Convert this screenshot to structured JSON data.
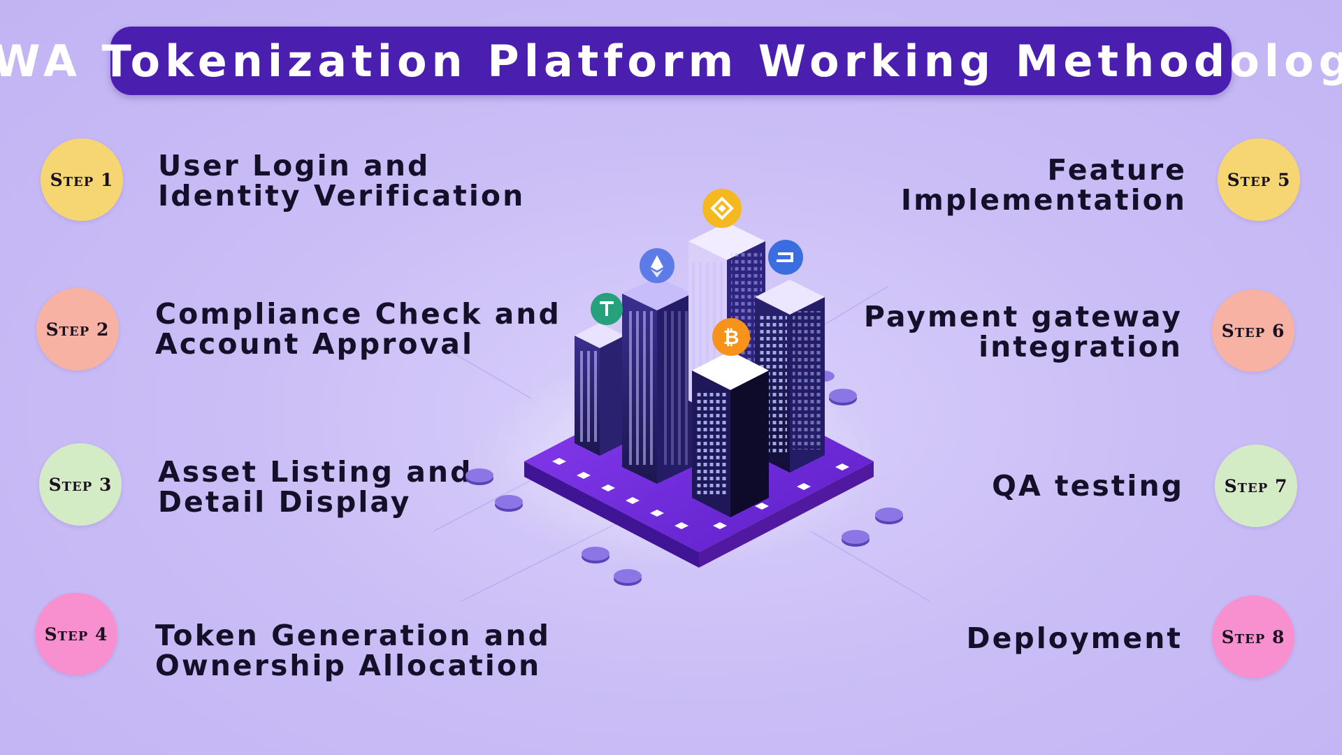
{
  "title": "RWA Tokenization Platform Working Methodology",
  "colors": {
    "title_bg": "#4a1fb0",
    "background": "#cbbef6",
    "step_yellow": "#f6d672",
    "step_salmon": "#f7b2a4",
    "step_green": "#d4ecc6",
    "step_pink": "#f890cf"
  },
  "steps": [
    {
      "label": "Step 1",
      "text": "User Login and\nIdentity Verification",
      "color": "#f6d672"
    },
    {
      "label": "Step 2",
      "text": "Compliance Check and\nAccount Approval",
      "color": "#f7b2a4"
    },
    {
      "label": "Step 3",
      "text": "Asset Listing and\nDetail Display",
      "color": "#d4ecc6"
    },
    {
      "label": "Step 4",
      "text": "Token Generation and\nOwnership Allocation",
      "color": "#f890cf"
    },
    {
      "label": "Step 5",
      "text": "Feature\nImplementation",
      "color": "#f6d672"
    },
    {
      "label": "Step 6",
      "text": "Payment gateway\nintegration",
      "color": "#f7b2a4"
    },
    {
      "label": "Step 7",
      "text": "QA testing",
      "color": "#d4ecc6"
    },
    {
      "label": "Step 8",
      "text": "Deployment",
      "color": "#f890cf"
    }
  ],
  "illustration": {
    "icons": [
      "binance-coin-icon",
      "ethereum-icon",
      "dash-coin-icon",
      "tether-icon",
      "bitcoin-icon"
    ]
  }
}
